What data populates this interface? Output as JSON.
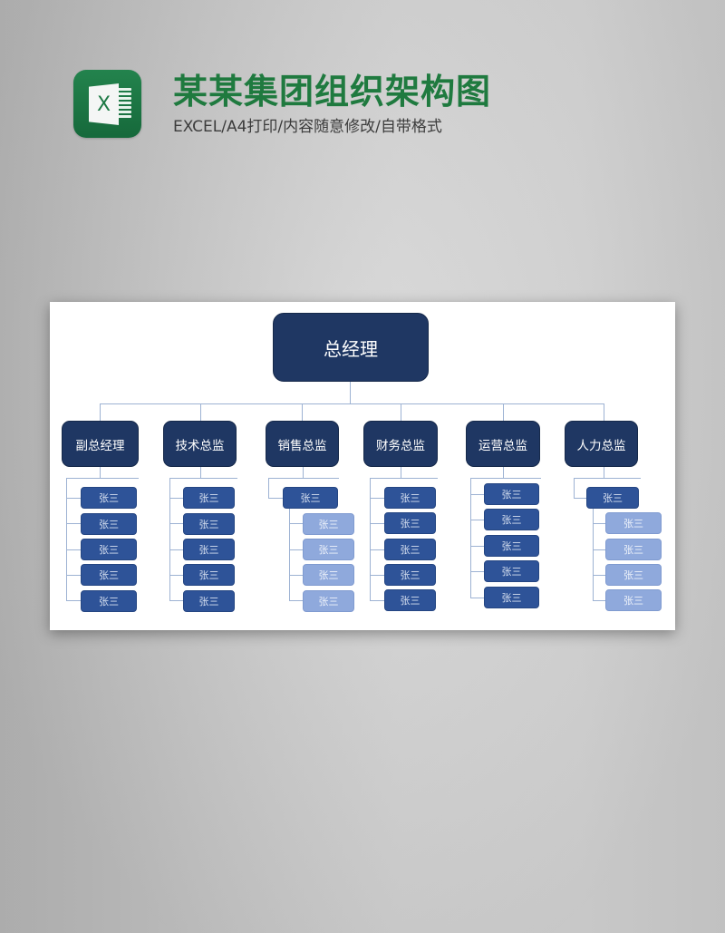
{
  "header": {
    "title": "某某集团组织架构图",
    "subtitle": "EXCEL/A4打印/内容随意修改/自带格式",
    "icon": "excel-icon",
    "icon_letter": "X"
  },
  "colors": {
    "title_green": "#1f7a3f",
    "dark_navy": "#1f3763",
    "staff_blue": "#2e5398",
    "staff_light": "#8fa9dc",
    "connector": "#9db2d3"
  },
  "chart": {
    "root": "总经理",
    "departments": [
      {
        "name": "副总经理",
        "staff": [
          "张三",
          "张三",
          "张三",
          "张三",
          "张三"
        ]
      },
      {
        "name": "技术总监",
        "staff": [
          "张三",
          "张三",
          "张三",
          "张三",
          "张三"
        ]
      },
      {
        "name": "销售总监",
        "lead": "张三",
        "staff": [
          "张三",
          "张三",
          "张三",
          "张三"
        ]
      },
      {
        "name": "财务总监",
        "staff": [
          "张三",
          "张三",
          "张三",
          "张三",
          "张三"
        ]
      },
      {
        "name": "运营总监",
        "staff": [
          "张三",
          "张三",
          "张三",
          "张三",
          "张三"
        ]
      },
      {
        "name": "人力总监",
        "lead": "张三",
        "staff": [
          "张三",
          "张三",
          "张三",
          "张三"
        ]
      }
    ]
  }
}
